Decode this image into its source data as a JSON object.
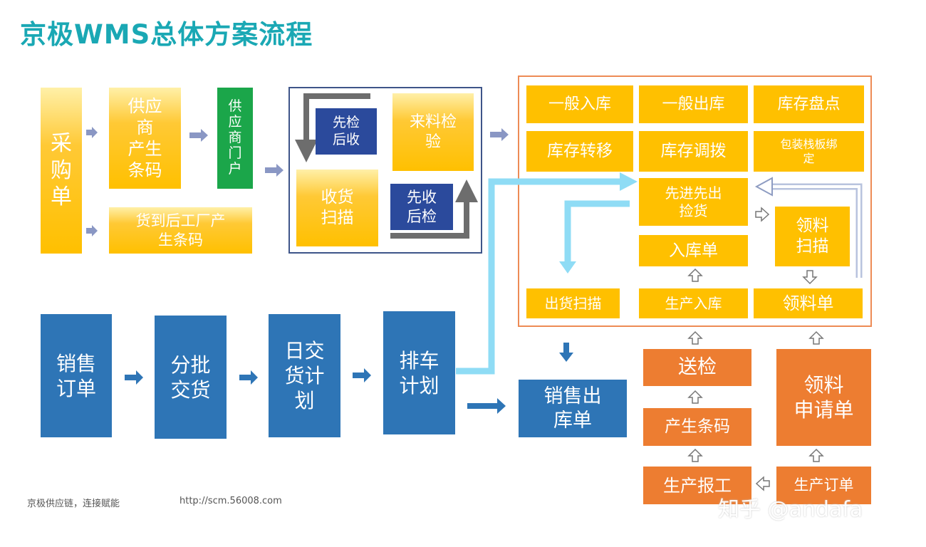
{
  "title": "京极WMS总体方案流程",
  "inbound": {
    "purchase_order": "采\n购\n单",
    "supplier_barcode": "供应\n商\n产生\n条码",
    "supplier_portal": "供\n应\n商\n门\n户",
    "factory_barcode": "货到后工厂产\n生条码",
    "inspect_first": "先检\n后收",
    "incoming_inspection": "来料检\n验",
    "receiving_scan": "收货\n扫描",
    "receive_first": "先收\n后检"
  },
  "warehouse": {
    "general_inbound": "一般入库",
    "general_outbound": "一般出库",
    "stock_count": "库存盘点",
    "stock_transfer": "库存转移",
    "stock_allocation": "库存调拨",
    "pallet_binding": "包装栈板绑\n定",
    "fifo_picking": "先进先出\n捡货",
    "inbound_order": "入库单",
    "material_scan": "领料\n扫描",
    "shipping_scan": "出货扫描",
    "production_inbound": "生产入库",
    "material_order": "领料单"
  },
  "sales": {
    "sales_order": "销售\n订单",
    "batch_delivery": "分批\n交货",
    "daily_delivery_plan": "日交\n货计\n划",
    "vehicle_plan": "排车\n计划",
    "sales_outbound": "销售出\n库单"
  },
  "production": {
    "send_inspection": "送检",
    "generate_barcode": "产生条码",
    "production_report": "生产报工",
    "material_request": "领料\n申请单",
    "production_order": "生产订单"
  },
  "footer": {
    "slogan": "京极供应链，连接赋能",
    "url": "http://scm.56008.com"
  },
  "watermark": "知乎 @andafa",
  "colors": {
    "title": "#1aa8b4",
    "yellow": "#ffc000",
    "green": "#1ba64a",
    "navy": "#2b4a9c",
    "blue": "#2e75b6",
    "orange": "#ed7d31",
    "light_blue_line": "#8fdcf5"
  }
}
